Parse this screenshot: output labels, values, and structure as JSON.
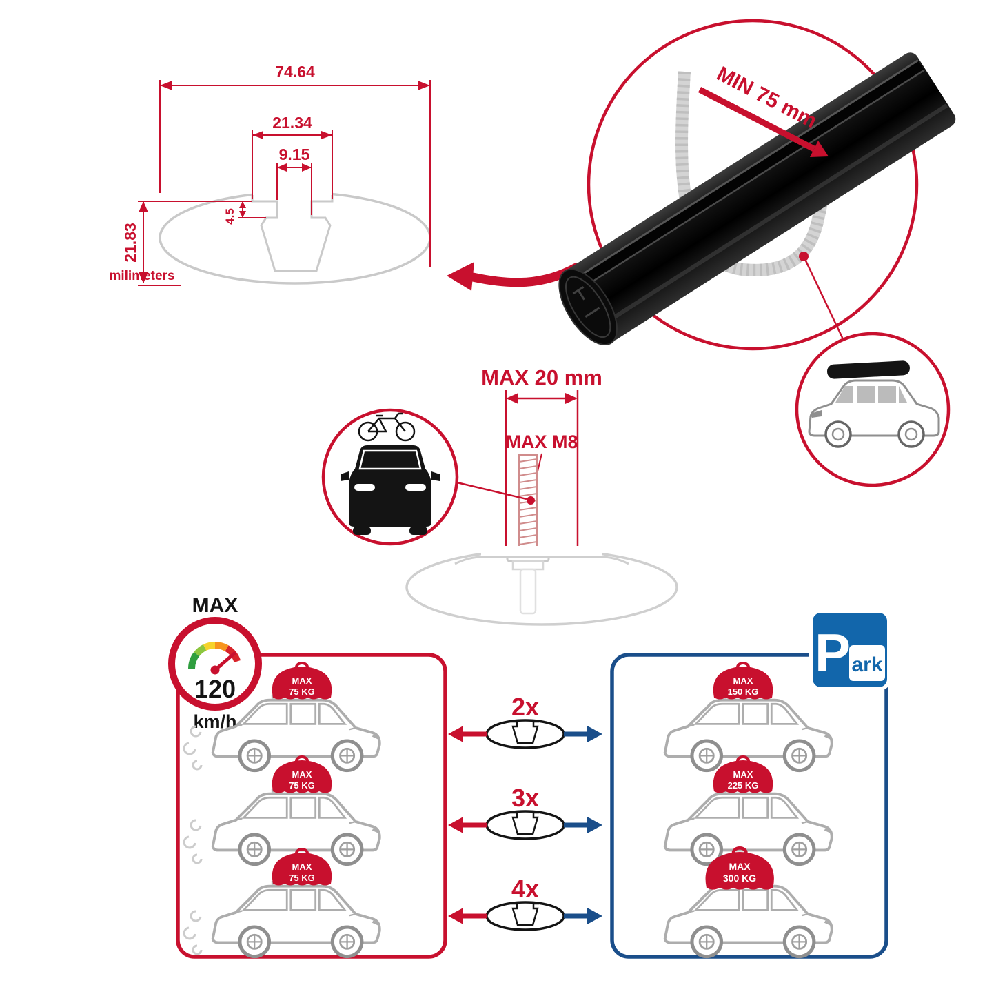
{
  "colors": {
    "red": "#c8102e",
    "blue": "#1a4e8a",
    "park_blue": "#1266ab",
    "profile_gray": "#c9c9c9",
    "black": "#141414"
  },
  "profile_dims": {
    "outer_width": "74.64",
    "channel_width": "21.34",
    "slot_width": "9.15",
    "slot_depth": "4.5",
    "height": "21.83",
    "unit": "milimeters"
  },
  "crossbar": {
    "min_span": "MIN 75 mm"
  },
  "bolt": {
    "max_length": "MAX 20 mm",
    "max_thread": "MAX M8"
  },
  "speed_limit": {
    "label": "MAX",
    "value": "120",
    "unit": "km/h"
  },
  "load_panel_left": {
    "cars": [
      {
        "label": "MAX",
        "value": "75 KG"
      },
      {
        "label": "MAX",
        "value": "75 KG"
      },
      {
        "label": "MAX",
        "value": "75 KG"
      }
    ]
  },
  "multipliers": [
    "2x",
    "3x",
    "4x"
  ],
  "load_panel_right": {
    "cars": [
      {
        "label": "MAX",
        "value": "150 KG"
      },
      {
        "label": "MAX",
        "value": "225 KG"
      },
      {
        "label": "MAX",
        "value": "300 KG"
      }
    ]
  },
  "park_sign": {
    "letter": "P",
    "rest": "ark"
  }
}
